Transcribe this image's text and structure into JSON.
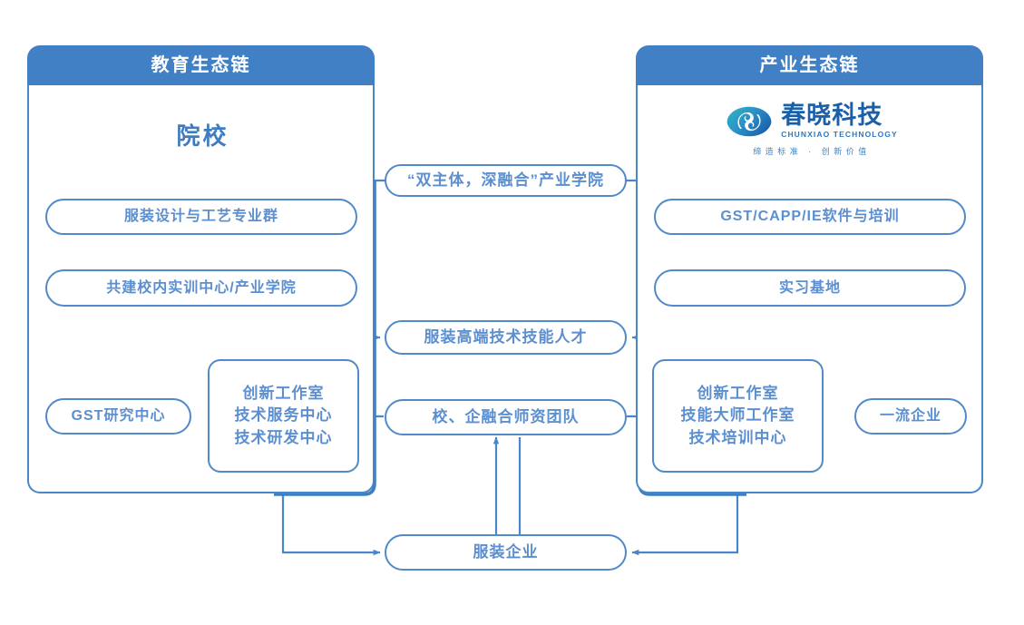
{
  "panels": {
    "education": {
      "header": "教育生态链",
      "title": "院校"
    },
    "industry": {
      "header": "产业生态链"
    }
  },
  "brand": {
    "name_cn": "春晓科技",
    "name_en": "CHUNXIAO TECHNOLOGY",
    "slogan": "缔造标准 · 创新价值",
    "mark_icon": "eye-leaf-logo-icon"
  },
  "nodes": {
    "industry_college": "“双主体，深融合”产业学院",
    "talent": "服装高端技术技能人才",
    "faculty_team": "校、企融合师资团队",
    "apparel_enterprise": "服装企业",
    "edu_major_group": "服装设计与工艺专业群",
    "edu_training_center": "共建校内实训中心/产业学院",
    "edu_gst_center": "GST研究中心",
    "edu_studio": {
      "line1": "创新工作室",
      "line2": "技术服务中心",
      "line3": "技术研发中心"
    },
    "ind_software": "GST/CAPP/IE软件与培训",
    "ind_internship": "实习基地",
    "ind_top_enterprise": "一流企业",
    "ind_studio": {
      "line1": "创新工作室",
      "line2": "技能大师工作室",
      "line3": "技术培训中心"
    }
  },
  "colors": {
    "header_blue": "#4180c4",
    "border_blue": "#5289c8",
    "text_blue": "#5b8fd0",
    "title_blue": "#3f7cc0",
    "wire_blue": "#4a86c8",
    "thick_wire_blue": "#3d7fc3",
    "brand_dark": "#1a5fa8"
  }
}
